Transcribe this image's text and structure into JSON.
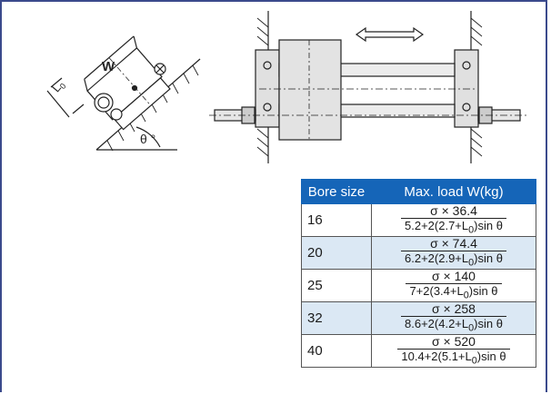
{
  "diagram": {
    "label_w": "W",
    "label_l": "L",
    "label_l_sub": "0",
    "label_theta": "θ °"
  },
  "table": {
    "headers": [
      "Bore size",
      "Max. load W(kg)"
    ],
    "rows": [
      {
        "bore": "16",
        "num": "σ  × 36.4",
        "den_a": "5.2+2(2.7+L",
        "den_b": ")sin θ"
      },
      {
        "bore": "20",
        "num": "σ  × 74.4",
        "den_a": "6.2+2(2.9+L",
        "den_b": ")sin θ"
      },
      {
        "bore": "25",
        "num": "σ  × 140",
        "den_a": "7+2(3.4+L",
        "den_b": ")sin θ"
      },
      {
        "bore": "32",
        "num": "σ  × 258",
        "den_a": "8.6+2(4.2+L",
        "den_b": ")sin θ"
      },
      {
        "bore": "40",
        "num": "σ  × 520",
        "den_a": "10.4+2(5.1+L",
        "den_b": ")sin θ"
      }
    ],
    "subscript": "0",
    "colors": {
      "header": "#1565b8",
      "alt_row": "#dbe8f4",
      "frame": "#3b4a8c"
    }
  }
}
